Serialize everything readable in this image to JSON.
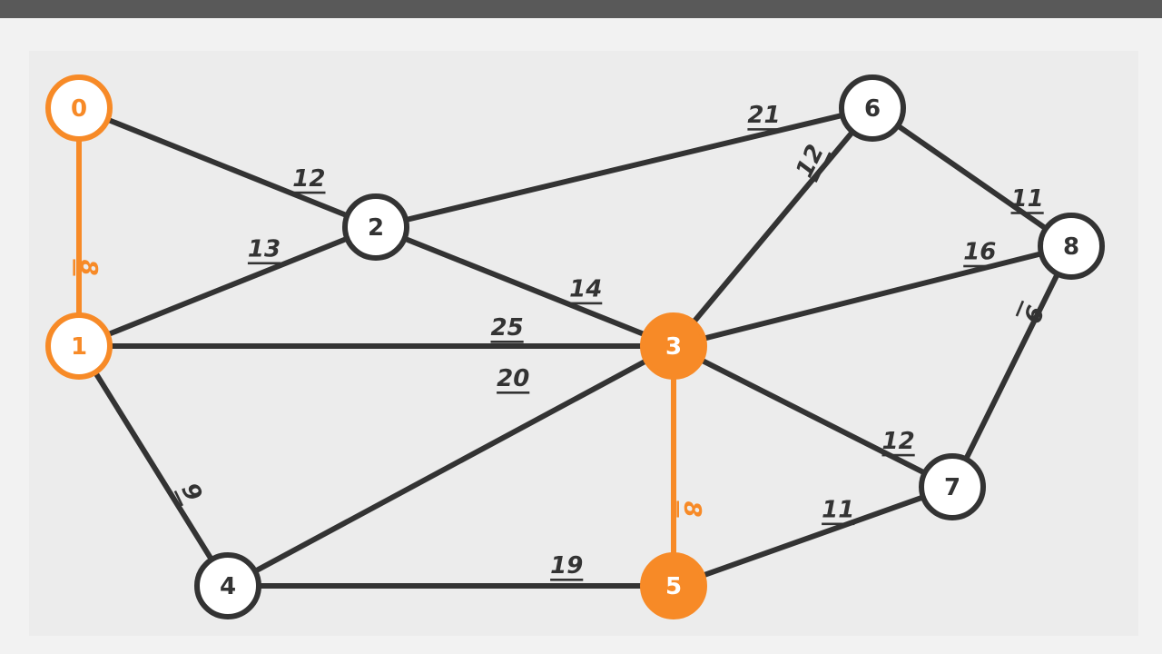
{
  "colors": {
    "default": "#333333",
    "highlight": "#f78a27",
    "node_fill": "#ffffff",
    "background": "#ececec"
  },
  "graph": {
    "nodes": [
      {
        "id": "0",
        "label": "0",
        "state": "visited"
      },
      {
        "id": "1",
        "label": "1",
        "state": "visited"
      },
      {
        "id": "2",
        "label": "2",
        "state": "default"
      },
      {
        "id": "3",
        "label": "3",
        "state": "active"
      },
      {
        "id": "4",
        "label": "4",
        "state": "default"
      },
      {
        "id": "5",
        "label": "5",
        "state": "active"
      },
      {
        "id": "6",
        "label": "6",
        "state": "default"
      },
      {
        "id": "7",
        "label": "7",
        "state": "default"
      },
      {
        "id": "8",
        "label": "8",
        "state": "default"
      }
    ],
    "edges": [
      {
        "from": "0",
        "to": "1",
        "weight": "8",
        "highlighted": true
      },
      {
        "from": "0",
        "to": "2",
        "weight": "12",
        "highlighted": false
      },
      {
        "from": "1",
        "to": "2",
        "weight": "13",
        "highlighted": false
      },
      {
        "from": "1",
        "to": "3",
        "weight": "25",
        "highlighted": false
      },
      {
        "from": "1",
        "to": "4",
        "weight": "9",
        "highlighted": false
      },
      {
        "from": "2",
        "to": "3",
        "weight": "14",
        "highlighted": false
      },
      {
        "from": "2",
        "to": "6",
        "weight": "21",
        "highlighted": false
      },
      {
        "from": "3",
        "to": "4",
        "weight": "20",
        "highlighted": false
      },
      {
        "from": "3",
        "to": "5",
        "weight": "8",
        "highlighted": true
      },
      {
        "from": "3",
        "to": "6",
        "weight": "12",
        "highlighted": false
      },
      {
        "from": "3",
        "to": "7",
        "weight": "12",
        "highlighted": false
      },
      {
        "from": "3",
        "to": "8",
        "weight": "16",
        "highlighted": false
      },
      {
        "from": "4",
        "to": "5",
        "weight": "19",
        "highlighted": false
      },
      {
        "from": "5",
        "to": "7",
        "weight": "11",
        "highlighted": false
      },
      {
        "from": "6",
        "to": "8",
        "weight": "11",
        "highlighted": false
      },
      {
        "from": "7",
        "to": "8",
        "weight": "9",
        "highlighted": false
      }
    ]
  }
}
